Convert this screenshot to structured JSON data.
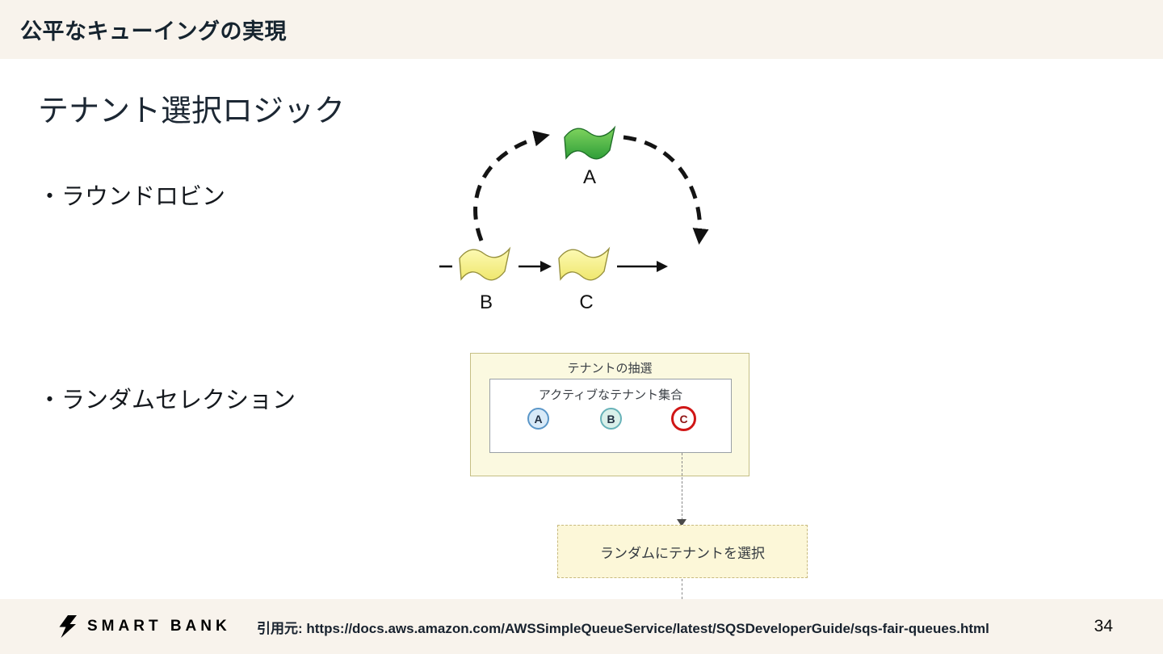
{
  "slide": {
    "header": {
      "title": "公平なキューイングの実現"
    },
    "heading": "テナント選択ロジック",
    "bullets": {
      "round_robin": "・ラウンドロビン",
      "random_selection": "・ランダムセレクション"
    },
    "round_robin_diagram": {
      "labels": {
        "a": "A",
        "b": "B",
        "c": "C"
      },
      "flag_colors": {
        "a": "#3fa83f",
        "b": "#f8f28c",
        "c": "#f8f28c"
      }
    },
    "random_selection_diagram": {
      "lottery_title": "テナントの抽選",
      "active_set_title": "アクティブなテナント集合",
      "tenants": [
        {
          "label": "A",
          "selected": false
        },
        {
          "label": "B",
          "selected": false
        },
        {
          "label": "C",
          "selected": true
        }
      ],
      "result_label": "ランダムにテナントを選択",
      "highlight_color": "#d01616"
    },
    "footer": {
      "brand": "SMART BANK",
      "citation": "引用元: https://docs.aws.amazon.com/AWSSimpleQueueService/latest/SQSDeveloperGuide/sqs-fair-queues.html",
      "page": "34"
    },
    "colors": {
      "band_background": "#f8f3ec"
    }
  }
}
